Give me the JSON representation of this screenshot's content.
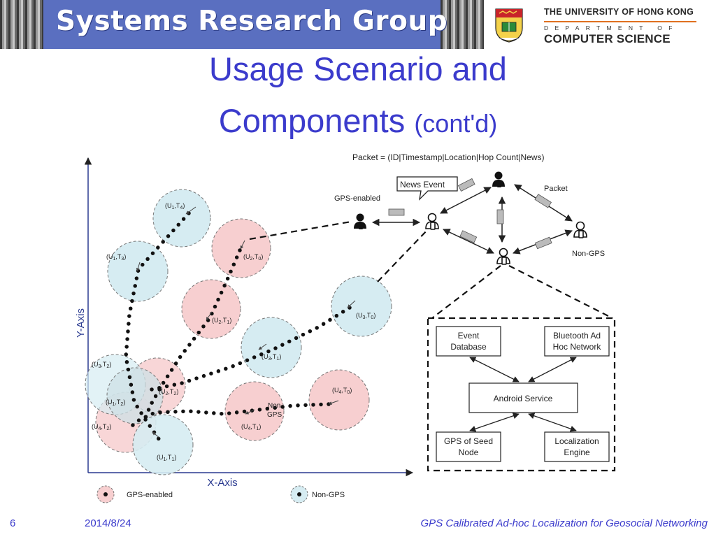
{
  "header": {
    "banner_title": "Systems Research Group",
    "university_name": "THE UNIVERSITY OF HONG KONG",
    "department_label": "DEPARTMENT OF",
    "department_name": "COMPUTER SCIENCE"
  },
  "slide": {
    "title_line1": "Usage Scenario and",
    "title_line2": "Components",
    "title_suffix": "(cont'd)"
  },
  "diagram": {
    "packet_format": "Packet = (ID|Timestamp|Location|Hop Count|News)",
    "news_event_label": "News Event",
    "packet_label": "Packet",
    "gps_enabled_label": "GPS-enabled",
    "non_gps_label": "Non-GPS",
    "y_axis_label": "Y-Axis",
    "x_axis_label": "X-Axis",
    "non_gps_inline_1": "Non-",
    "non_gps_inline_2": "GPS",
    "nodes": [
      {
        "label": "(U1,T4)",
        "base": "(U",
        "sub1": "1",
        "mid": ",T",
        "sub2": "4",
        "color": "blue"
      },
      {
        "label": "(U1,T3)",
        "base": "(U",
        "sub1": "1",
        "mid": ",T",
        "sub2": "3",
        "color": "blue"
      },
      {
        "label": "(U2,T0)",
        "base": "(U",
        "sub1": "2",
        "mid": ",T",
        "sub2": "0",
        "color": "pink"
      },
      {
        "label": "(U2,T1)",
        "base": "(U",
        "sub1": "2",
        "mid": ",T",
        "sub2": "1",
        "color": "pink"
      },
      {
        "label": "(U3,T0)",
        "base": "(U",
        "sub1": "3",
        "mid": ",T",
        "sub2": "0",
        "color": "blue"
      },
      {
        "label": "(U3,T1)",
        "base": "(U",
        "sub1": "3",
        "mid": ",T",
        "sub2": "1",
        "color": "blue"
      },
      {
        "label": "(U3,T2)",
        "base": "(U",
        "sub1": "3",
        "mid": ",T",
        "sub2": "2",
        "color": "blue"
      },
      {
        "label": "(U2,T2)",
        "base": "(U",
        "sub1": "2",
        "mid": ",T",
        "sub2": "2",
        "color": "pink"
      },
      {
        "label": "(U1,T2)",
        "base": "(U",
        "sub1": "1",
        "mid": ",T",
        "sub2": "2",
        "color": "blue"
      },
      {
        "label": "(U4,T2)",
        "base": "(U",
        "sub1": "4",
        "mid": ",T",
        "sub2": "2",
        "color": "pink"
      },
      {
        "label": "(U4,T1)",
        "base": "(U",
        "sub1": "4",
        "mid": ",T",
        "sub2": "1",
        "color": "pink"
      },
      {
        "label": "(U4,T0)",
        "base": "(U",
        "sub1": "4",
        "mid": ",T",
        "sub2": "0",
        "color": "pink"
      },
      {
        "label": "(U1,T1)",
        "base": "(U",
        "sub1": "1",
        "mid": ",T",
        "sub2": "1",
        "color": "blue"
      }
    ],
    "components": {
      "event_database": [
        "Event",
        "Database"
      ],
      "bluetooth_network": [
        "Bluetooth Ad",
        "Hoc Network"
      ],
      "android_service": "Android Service",
      "gps_seed_node": [
        "GPS of Seed",
        "Node"
      ],
      "localization_engine": [
        "Localization",
        "Engine"
      ]
    },
    "legend": {
      "gps_enabled": "GPS-enabled",
      "non_gps": "Non-GPS"
    },
    "colors": {
      "gps_enabled_fill": "#f7cfd0",
      "non_gps_fill": "#d6ecf2",
      "title_blue": "#3b3bcc",
      "banner_blue": "#5a6fc0"
    }
  },
  "footer": {
    "slide_number": "6",
    "date": "2014/8/24",
    "presentation_title": "GPS Calibrated Ad-hoc Localization for Geosocial Networking"
  }
}
